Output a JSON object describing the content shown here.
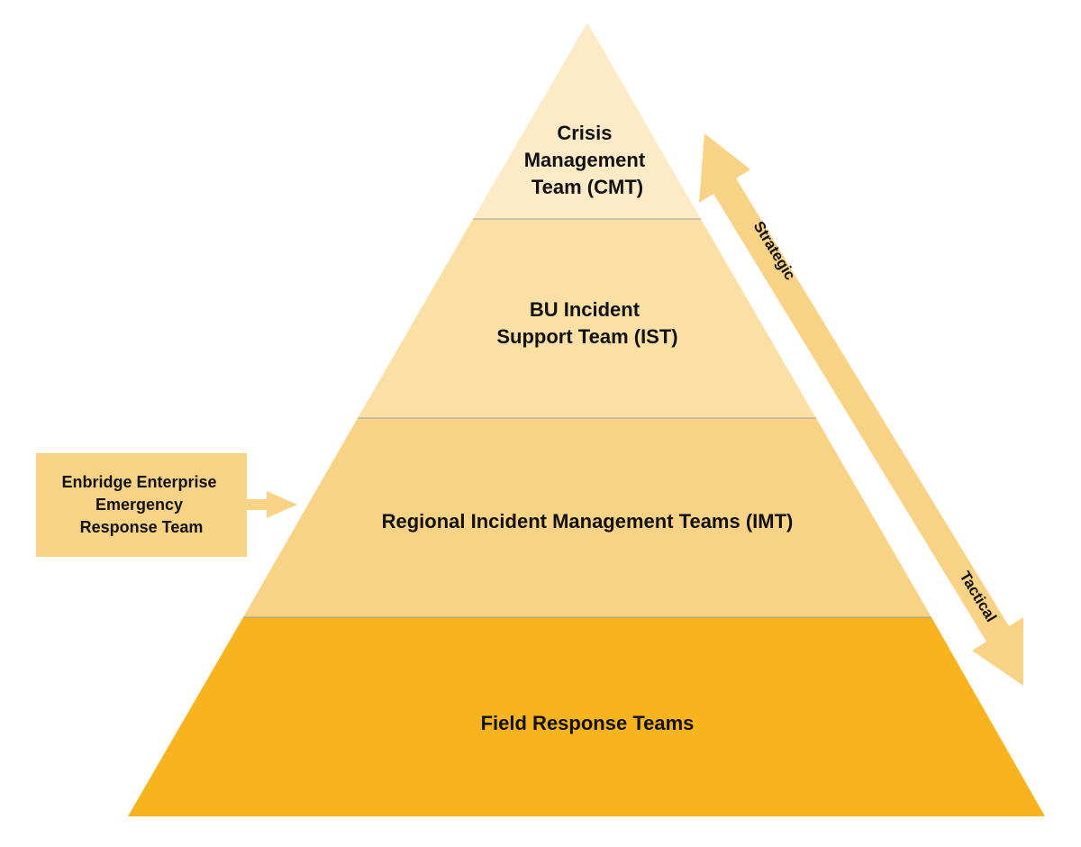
{
  "colors": {
    "tier_1": "#fdebc8",
    "tier_2": "#fbe0a6",
    "tier_3": "#f9d385",
    "tier_4": "#f8b41f",
    "side_box": "#f9d385",
    "axis_arrow": "#f9d385",
    "text": "#111111"
  },
  "tiers": [
    {
      "lines": [
        "Crisis",
        "Management",
        "Team (CMT)"
      ]
    },
    {
      "lines": [
        "BU Incident",
        "Support Team (IST)"
      ]
    },
    {
      "lines": [
        "Regional Incident Management Teams (IMT)"
      ]
    },
    {
      "lines": [
        "Field Response Teams"
      ]
    }
  ],
  "side_box": {
    "lines": [
      "Enbridge Enterprise",
      "Emergency",
      "Response Team"
    ]
  },
  "axis": {
    "top_label": "Strategic",
    "bottom_label": "Tactical"
  }
}
